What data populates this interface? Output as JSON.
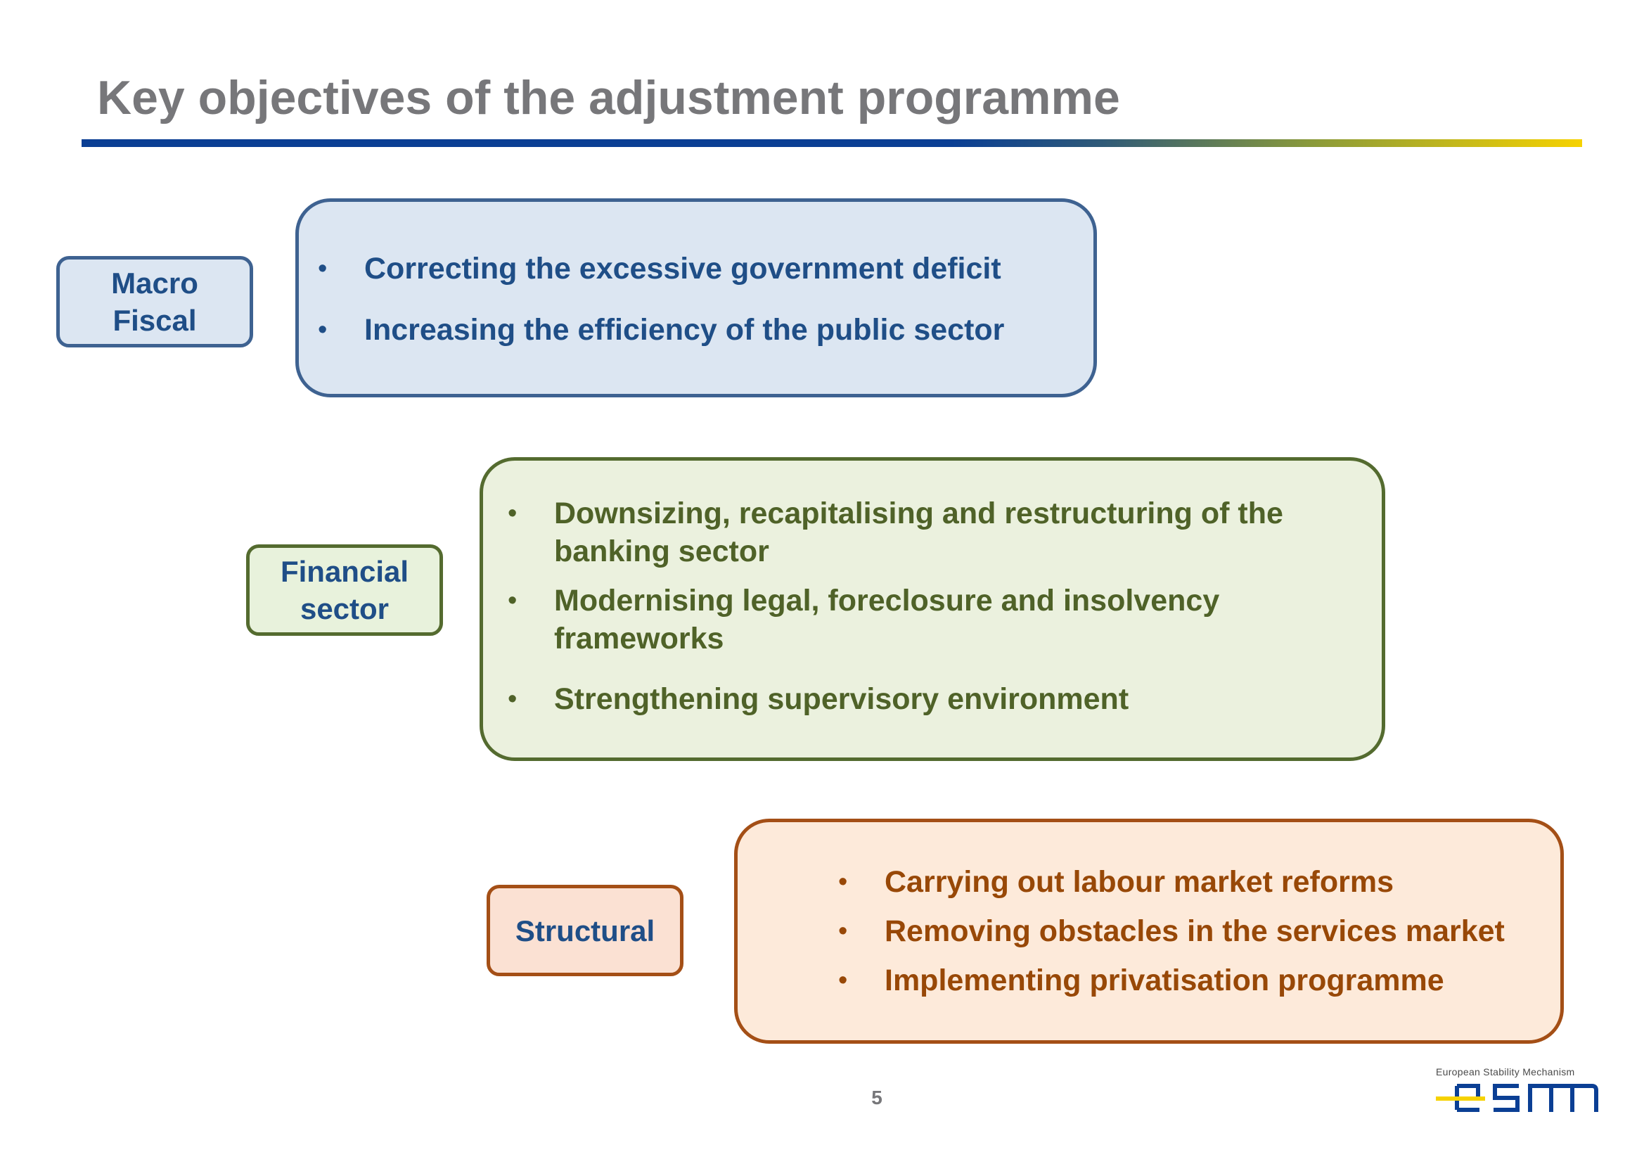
{
  "slide": {
    "title": "Key objectives of the adjustment programme",
    "page_number": "5"
  },
  "sections": [
    {
      "label_lines": [
        "Macro",
        "Fiscal"
      ],
      "bullets": [
        "Correcting the excessive government deficit",
        "Increasing the efficiency of the public sector"
      ]
    },
    {
      "label_lines": [
        "Financial",
        "sector"
      ],
      "bullets": [
        "Downsizing, recapitalising and restructuring of the banking sector",
        "Modernising legal, foreclosure and insolvency frameworks",
        "Strengthening supervisory environment"
      ]
    },
    {
      "label_lines": [
        "Structural"
      ],
      "bullets": [
        "Carrying out labour market reforms",
        "Removing obstacles in the services market",
        "Implementing privatisation programme"
      ]
    }
  ],
  "logo": {
    "caption": "European Stability Mechanism",
    "wordmark": "esm"
  },
  "colors": {
    "title": "#77777a",
    "macro_border": "#3e6291",
    "macro_fill": "#dce6f2",
    "financial_border": "#546b2f",
    "financial_fill": "#ebf1de",
    "structural_border": "#a44f16",
    "structural_fill": "#fdeada",
    "logo_blue": "#0b3f94",
    "logo_yellow": "#f6d200"
  }
}
